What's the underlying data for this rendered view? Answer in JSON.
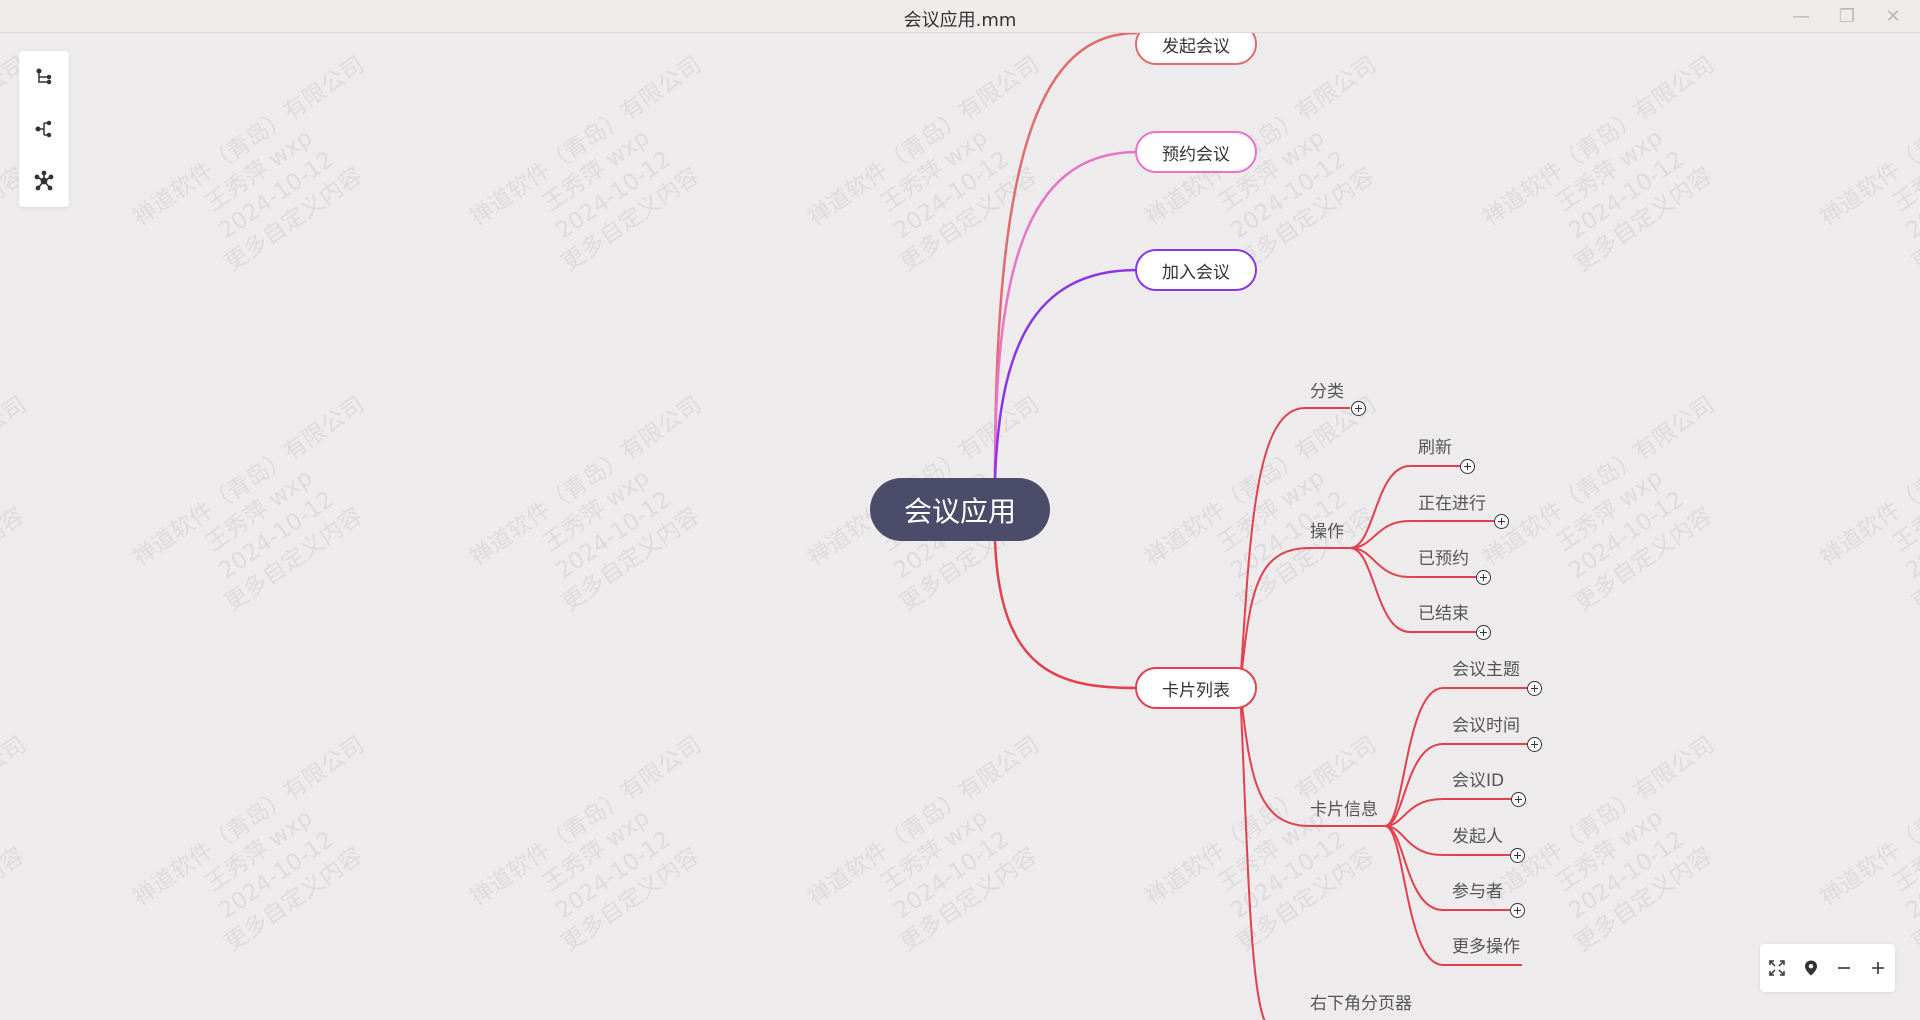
{
  "window": {
    "title": "会议应用.mm",
    "minimize_glyph": "—",
    "restore_glyph": "❐",
    "close_glyph": "✕"
  },
  "watermark": {
    "lines": [
      "禅道软件（青岛）有限公司",
      "王秀萍 wxp",
      "2024-10-12",
      "更多自定义内容"
    ]
  },
  "mindmap": {
    "root": "会议应用",
    "branches": {
      "start_meeting": "发起会议",
      "book_meeting": "预约会议",
      "join_meeting": "加入会议",
      "card_list": "卡片列表"
    },
    "card_list_children": {
      "category": "分类",
      "operation": "操作",
      "card_info": "卡片信息",
      "pager": "右下角分页器"
    },
    "operation_children": [
      "刷新",
      "正在进行",
      "已预约",
      "已结束"
    ],
    "card_info_children": [
      "会议主题",
      "会议时间",
      "会议ID",
      "发起人",
      "参与者",
      "更多操作"
    ]
  },
  "colors": {
    "start_meeting": "#e06b70",
    "book_meeting": "#ea73c8",
    "join_meeting": "#8a35e6",
    "card_list": "#e2404f"
  },
  "toolbar_icons": [
    "layout-right-icon",
    "layout-both-icon",
    "layout-radial-icon"
  ],
  "zoom_icons": [
    "fit-screen-icon",
    "locate-icon",
    "zoom-out-icon",
    "zoom-in-icon"
  ]
}
